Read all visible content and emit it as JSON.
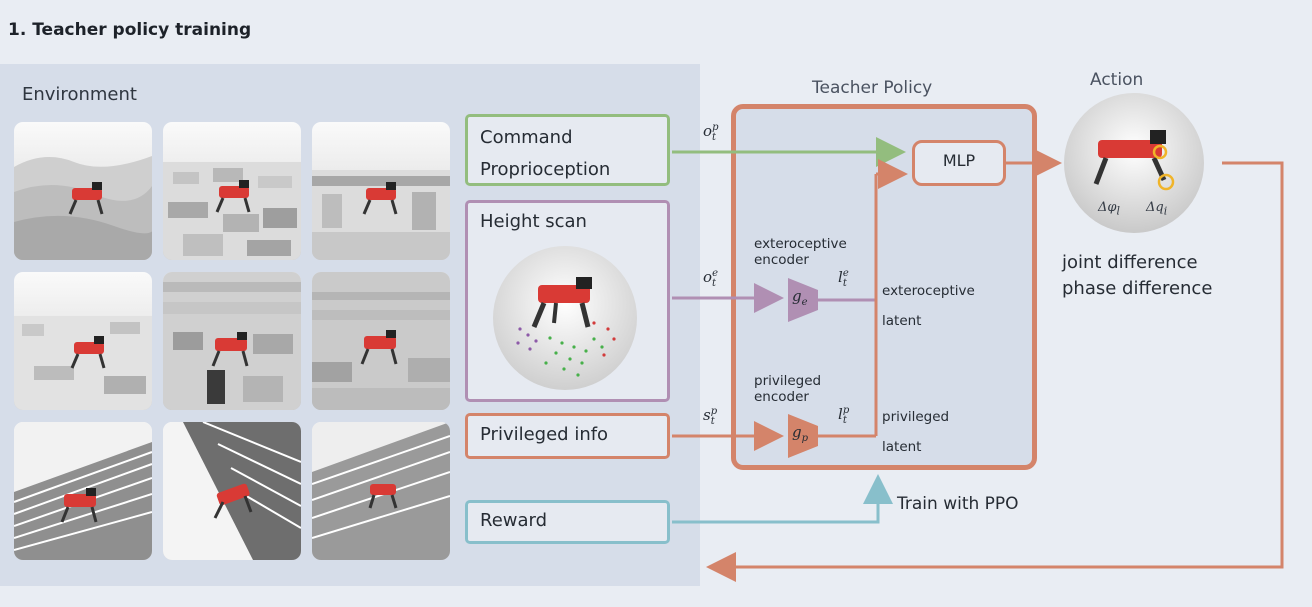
{
  "title": "1. Teacher policy training",
  "environment": {
    "label": "Environment"
  },
  "inputs": {
    "command": "Command",
    "proprioception": "Proprioception",
    "height_scan": "Height scan",
    "privileged_info": "Privileged info",
    "reward": "Reward"
  },
  "teacher": {
    "label": "Teacher Policy",
    "mlp": "MLP",
    "ext_encoder_line1": "exteroceptive",
    "ext_encoder_line2": "encoder",
    "ext_latent_line1": "exteroceptive",
    "ext_latent_line2": "latent",
    "priv_encoder_line1": "privileged",
    "priv_encoder_line2": "encoder",
    "priv_latent_line1": "privileged",
    "priv_latent_line2": "latent",
    "g_e": {
      "base": "g",
      "sub": "e"
    },
    "g_p": {
      "base": "g",
      "sub": "p"
    },
    "l_e": {
      "base": "l",
      "sub": "t",
      "sup": "e"
    },
    "l_p": {
      "base": "l",
      "sub": "t",
      "sup": "p"
    }
  },
  "signals": {
    "o_p": {
      "base": "o",
      "sub": "t",
      "sup": "p"
    },
    "o_e": {
      "base": "o",
      "sub": "t",
      "sup": "e"
    },
    "s_p": {
      "base": "s",
      "sub": "t",
      "sup": "p"
    }
  },
  "action": {
    "label": "Action",
    "phi": "Δφ",
    "phi_sub": "l",
    "q": "Δq",
    "q_sub": "i",
    "line1": "joint difference",
    "line2": "phase difference"
  },
  "train": "Train with PPO",
  "colors": {
    "command": "#93bd7e",
    "height": "#b08fb3",
    "privileged": "#d4846a",
    "reward": "#88bfcb",
    "background": "#e9edf3",
    "panel": "#d6dde9",
    "robot": "#d93a35"
  }
}
